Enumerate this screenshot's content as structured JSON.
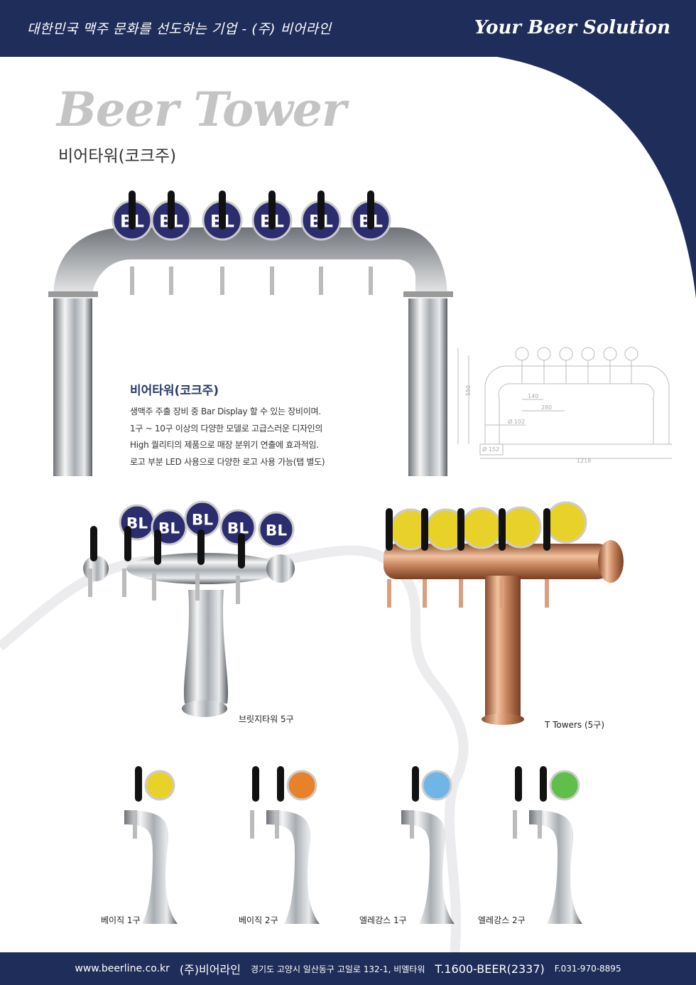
{
  "header": {
    "tagline": "대한민국 맥주 문화를 선도하는 기업 - (주) 비어라인",
    "slogan": "Your Beer Solution"
  },
  "page": {
    "title": "Beer Tower",
    "subtitle": "비어타워(코크주)"
  },
  "description": {
    "heading": "비어타워(코크주)",
    "lines": [
      "생맥주 주출 장비 중 Bar Display 할 수 있는 장비이며.",
      "1구 ~ 10구 이상의 다양한 모델로 고급스러운 디자인의",
      "High 퀄리티의 제품으로 매장 분위기 연출에 효과적임.",
      "로고 부분 LED 사용으로 다양한 로고 사용 가능(탭 별도)"
    ]
  },
  "drawing": {
    "height": "550",
    "tap_pitch": "140",
    "double_pitch": "280",
    "pipe_dia": "Ø 102",
    "base_dia": "Ø 152",
    "width": "1218"
  },
  "products": [
    {
      "name": "브릿지타워 5구"
    },
    {
      "name": "T Towers (5구)"
    },
    {
      "name": "베이직 1구"
    },
    {
      "name": "베이직 2구"
    },
    {
      "name": "엘레강스 1구"
    },
    {
      "name": "엘레강스 2구"
    }
  ],
  "logo_text": "BL",
  "footer": {
    "website": "www.beerline.co.kr",
    "company": "(주)비어라인",
    "address": "경기도 고양시 일산동구 고일로 132-1, 비엘타워",
    "phone": "T.1600-BEER(2337)",
    "fax": "F.031-970-8895"
  },
  "colors": {
    "navy": "#1f2d5a",
    "title_gray": "#c4c4c4",
    "copper": "#c9875f"
  }
}
